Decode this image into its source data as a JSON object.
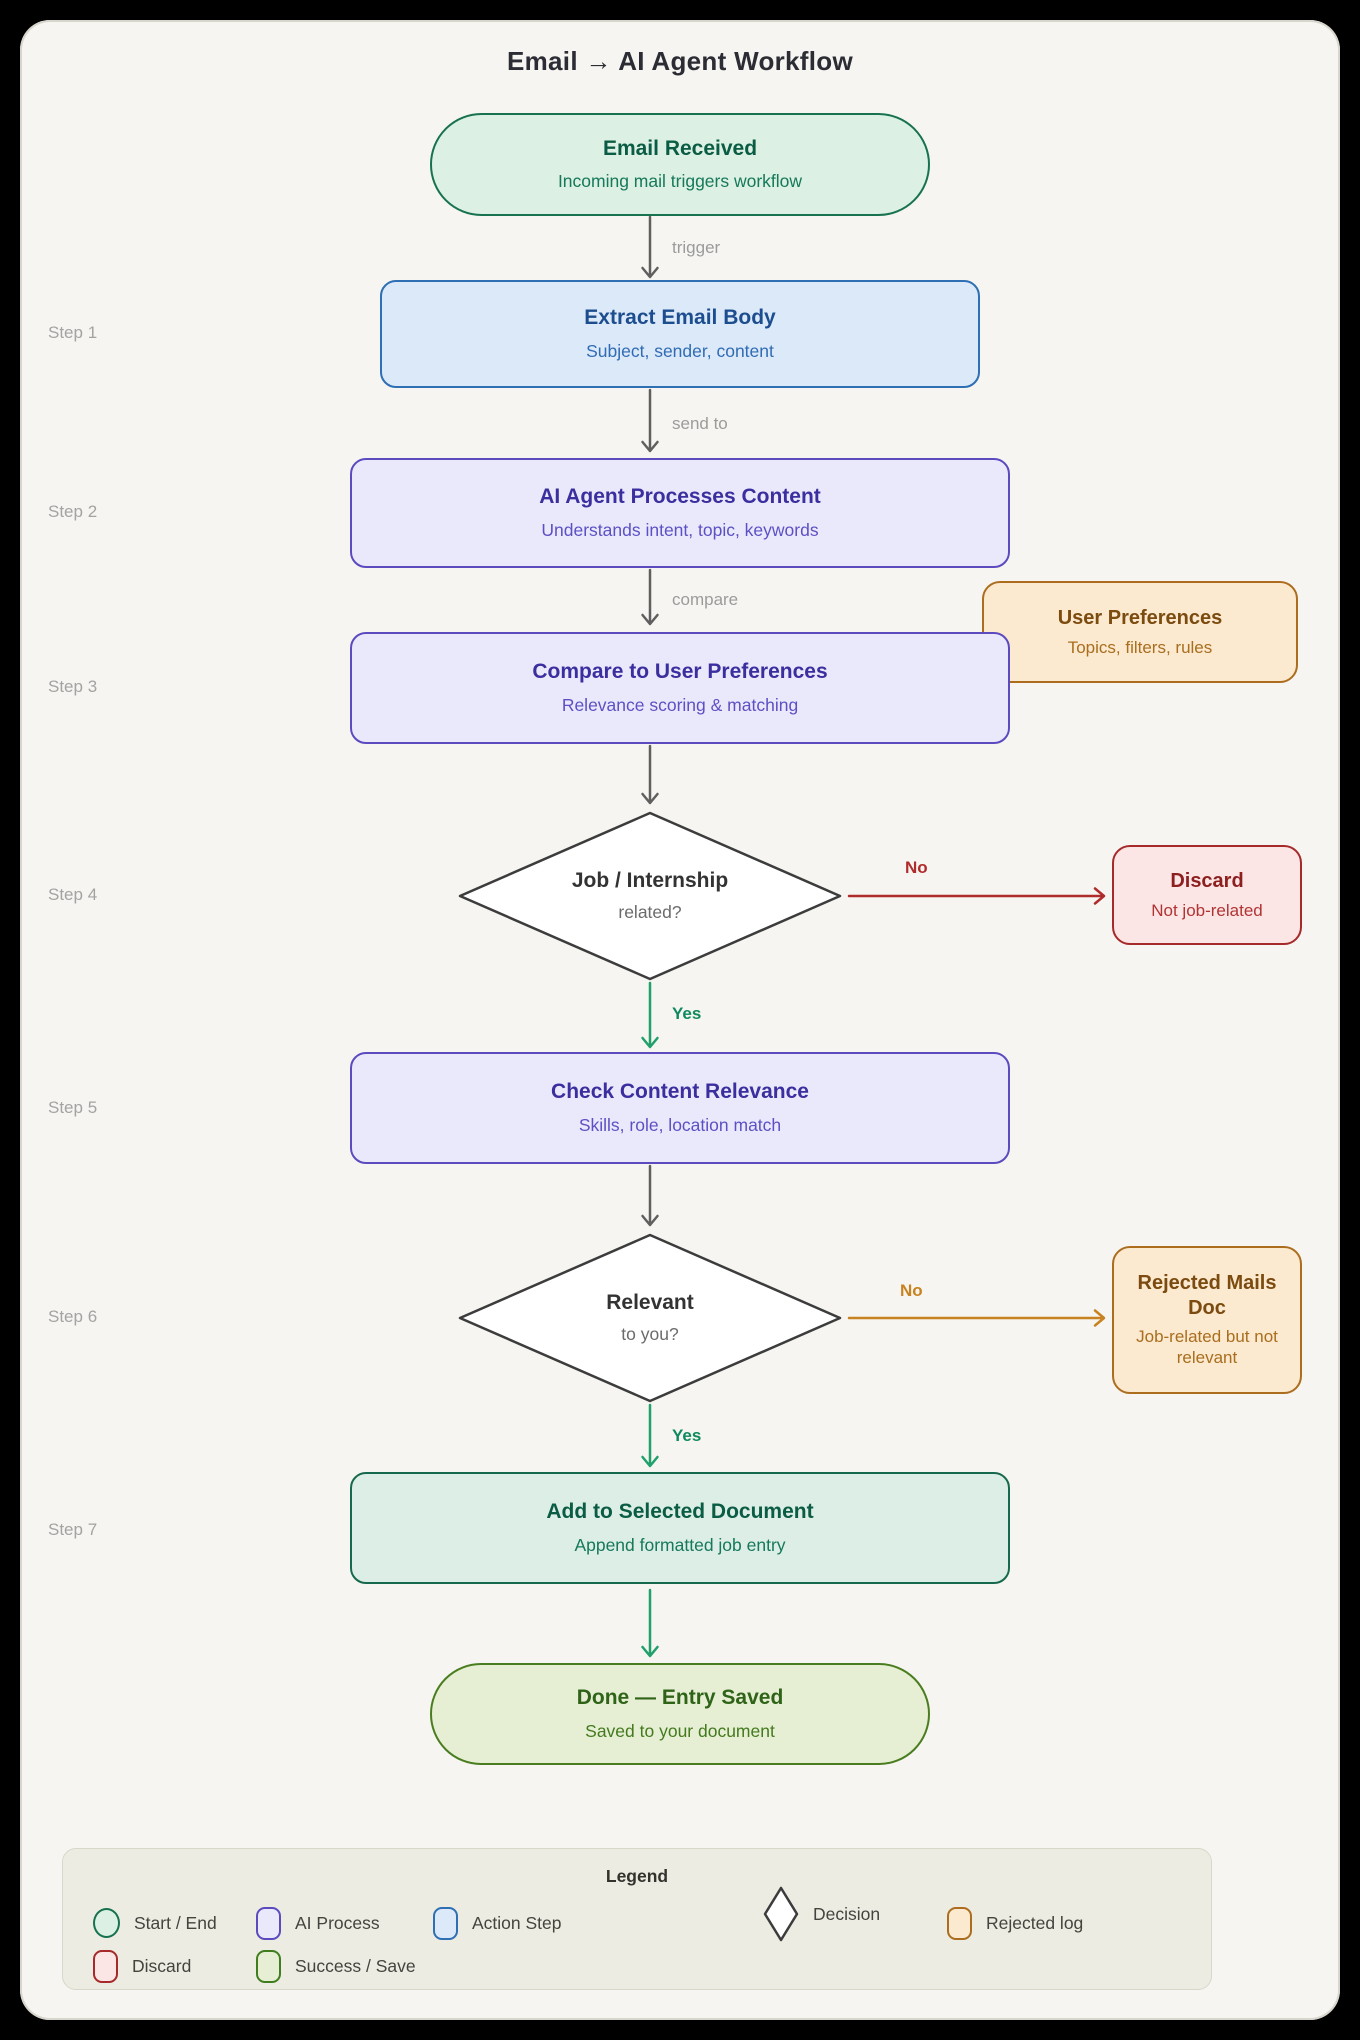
{
  "page": {
    "title": "Email → AI Agent Workflow"
  },
  "steps": [
    "Step 1",
    "Step 2",
    "Step 3",
    "Step 4",
    "Step 5",
    "Step 6",
    "Step 7"
  ],
  "nodes": {
    "start": {
      "title": "Email Received",
      "subtitle": "Incoming mail triggers workflow"
    },
    "extract": {
      "title": "Extract Email Body",
      "subtitle": "Subject, sender, content"
    },
    "ai_process": {
      "title": "AI Agent Processes Content",
      "subtitle": "Understands intent, topic, keywords"
    },
    "user_prefs": {
      "title": "User Preferences",
      "subtitle": "Topics, filters, rules"
    },
    "compare": {
      "title": "Compare to User Preferences",
      "subtitle": "Relevance scoring & matching"
    },
    "decision_job": {
      "title": "Job / Internship",
      "subtitle": "related?"
    },
    "discard": {
      "title": "Discard",
      "subtitle": "Not job-related"
    },
    "check_relevance": {
      "title": "Check Content Relevance",
      "subtitle": "Skills, role, location match"
    },
    "decision_relevant": {
      "title": "Relevant",
      "subtitle": "to you?"
    },
    "rejected": {
      "title": "Rejected Mails Doc",
      "subtitle": "Job-related but not relevant"
    },
    "add_doc": {
      "title": "Add to Selected Document",
      "subtitle": "Append formatted job entry"
    },
    "done": {
      "title": "Done — Entry Saved",
      "subtitle": "Saved to your document"
    }
  },
  "edges": {
    "trigger": "trigger",
    "send_to": "send to",
    "compare": "compare",
    "job_no": "No",
    "job_yes": "Yes",
    "relevant_no": "No",
    "relevant_yes": "Yes"
  },
  "legend": {
    "title": "Legend",
    "items": [
      {
        "label": "Start / End",
        "shape": "circle",
        "fill": "#dcf0e4",
        "border": "#17724f"
      },
      {
        "label": "AI Process",
        "shape": "rounded-square",
        "fill": "#eae9fc",
        "border": "#5c4bbf"
      },
      {
        "label": "Action Step",
        "shape": "rounded-square",
        "fill": "#dce9f8",
        "border": "#2f6fb3"
      },
      {
        "label": "Decision",
        "shape": "diamond",
        "fill": "#ffffff",
        "border": "#3c3c3c"
      },
      {
        "label": "Rejected log",
        "shape": "rounded-square",
        "fill": "#fbe9d0",
        "border": "#ad6d1f"
      },
      {
        "label": "Discard",
        "shape": "rounded-square",
        "fill": "#fce5e5",
        "border": "#a62a2a"
      },
      {
        "label": "Success / Save",
        "shape": "rounded-square",
        "fill": "#e6efd4",
        "border": "#3f7d1f"
      }
    ]
  },
  "colors": {
    "canvas_bg": "#f6f5f1",
    "arrow_gray": "#5f5f5f",
    "arrow_green": "#21a06b",
    "arrow_red": "#b02b2b",
    "arrow_orange": "#c8821f"
  }
}
